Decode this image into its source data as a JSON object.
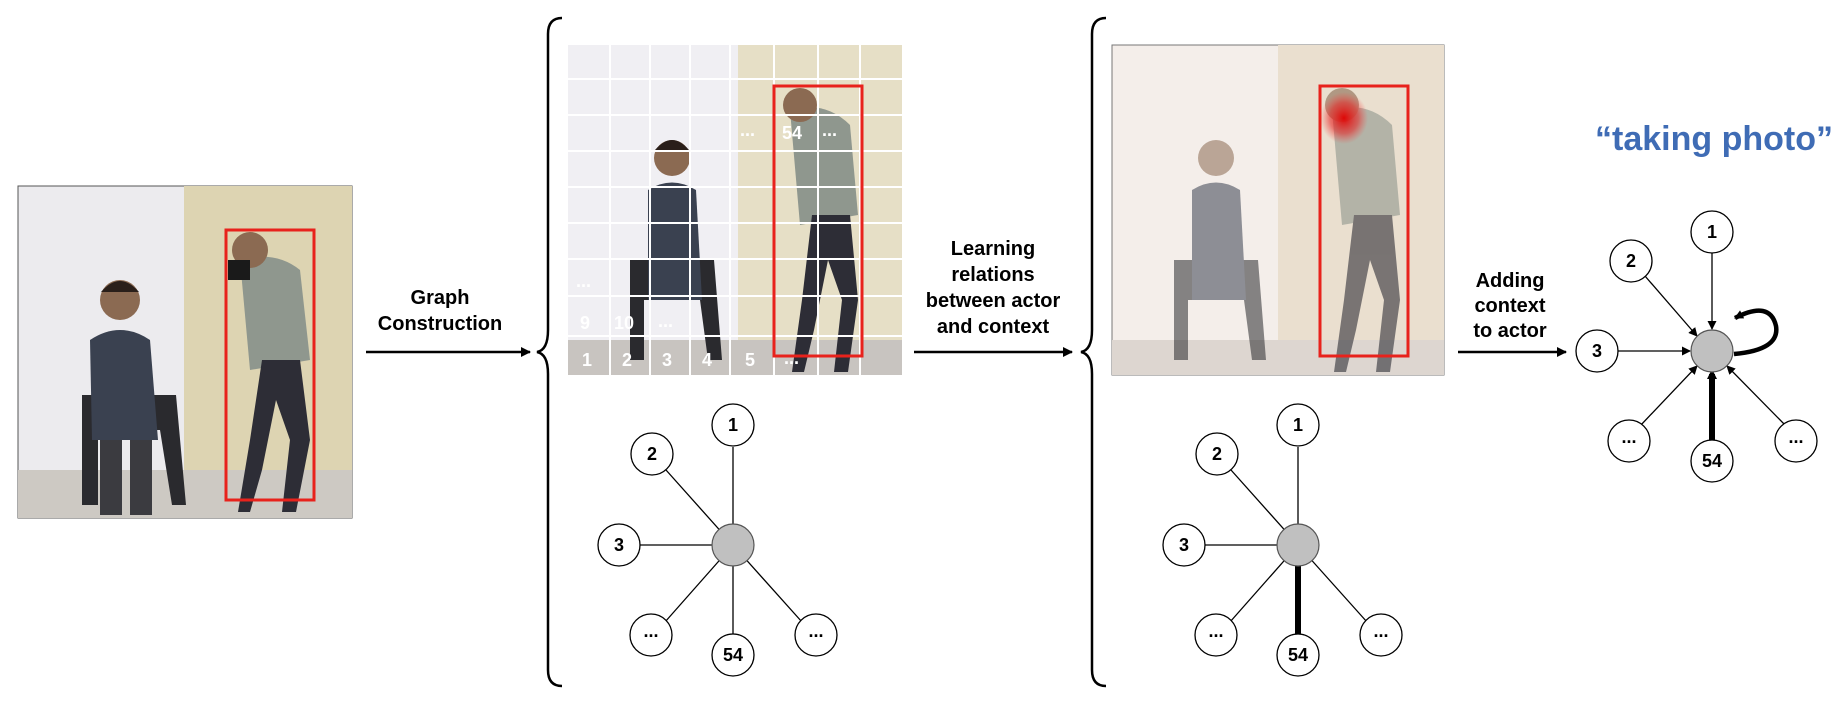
{
  "steps": {
    "graph_construction": [
      "Graph",
      "Construction"
    ],
    "learning_relations": [
      "Learning",
      "relations",
      "between actor",
      "and context"
    ],
    "adding_context": [
      "Adding",
      "context",
      "to actor"
    ]
  },
  "grid_numbers": {
    "bottom_row": [
      "1",
      "2",
      "3",
      "4",
      "5",
      "..."
    ],
    "second_row": [
      "9",
      "10",
      "..."
    ],
    "ellipsis_left": "...",
    "ellipsis_right": "...",
    "top_actor_cell": "54",
    "top_ellipsis_left": "...",
    "top_ellipsis_right": "..."
  },
  "graph1_nodes": [
    "1",
    "2",
    "3",
    "...",
    "54",
    "..."
  ],
  "graph2_nodes": [
    "1",
    "2",
    "3",
    "...",
    "54",
    "..."
  ],
  "graph3_nodes": [
    "1",
    "2",
    "3",
    "...",
    "54",
    "..."
  ],
  "caption": "“taking photo”",
  "colors": {
    "bbox": "#e8221c",
    "caption": "#3f6cb5",
    "center_node": "#c0c0c0",
    "wall_white": "#ecebee",
    "wall_beige": "#ddd4b2"
  }
}
